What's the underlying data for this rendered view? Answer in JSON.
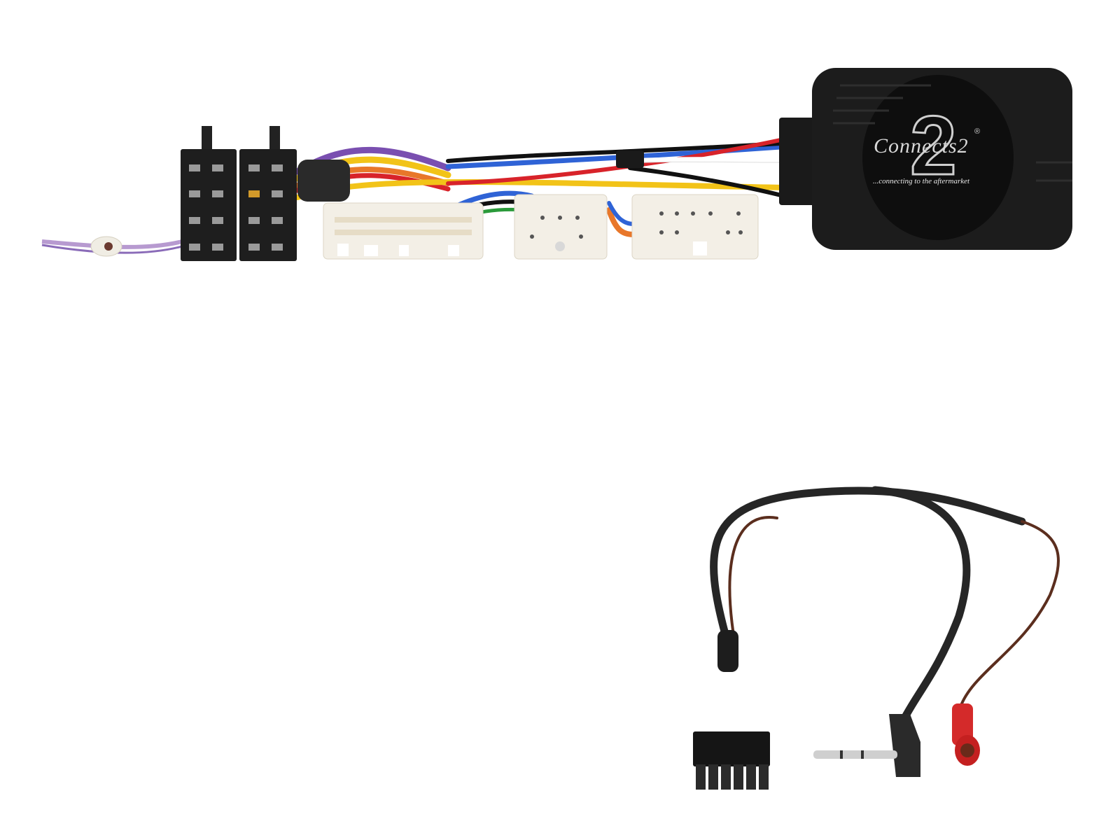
{
  "product": {
    "type": "steering-wheel-control-interface",
    "module": {
      "brand_text": "Connects2",
      "numeral": "2",
      "registered_mark": "®",
      "tagline": "...connecting to the aftermarket"
    },
    "components": [
      {
        "name": "iso-power-connector",
        "color": "#1e1e1e"
      },
      {
        "name": "iso-speaker-connector",
        "color": "#1e1e1e"
      },
      {
        "name": "antenna-power-lead",
        "color": "#b79ad0"
      },
      {
        "name": "vehicle-harness-connector-large",
        "color": "#f3efe6"
      },
      {
        "name": "vehicle-harness-connector-small",
        "color": "#f3efe6"
      },
      {
        "name": "vehicle-harness-connector-medium",
        "color": "#f3efe6"
      },
      {
        "name": "interface-module",
        "color": "#1c1c1c"
      },
      {
        "name": "radio-patch-lead-12pin",
        "color": "#1a1a1a"
      },
      {
        "name": "jack-3.5mm-right-angle",
        "color": "#2a2a2a"
      },
      {
        "name": "red-bullet-connector",
        "color": "#d42a2a"
      }
    ],
    "wire_colors": [
      "#7a4fb0",
      "#f2c318",
      "#e8772a",
      "#d8232a",
      "#2f63d6",
      "#111111",
      "#ffffff",
      "#2a9a3a",
      "#5b2e1e"
    ]
  }
}
